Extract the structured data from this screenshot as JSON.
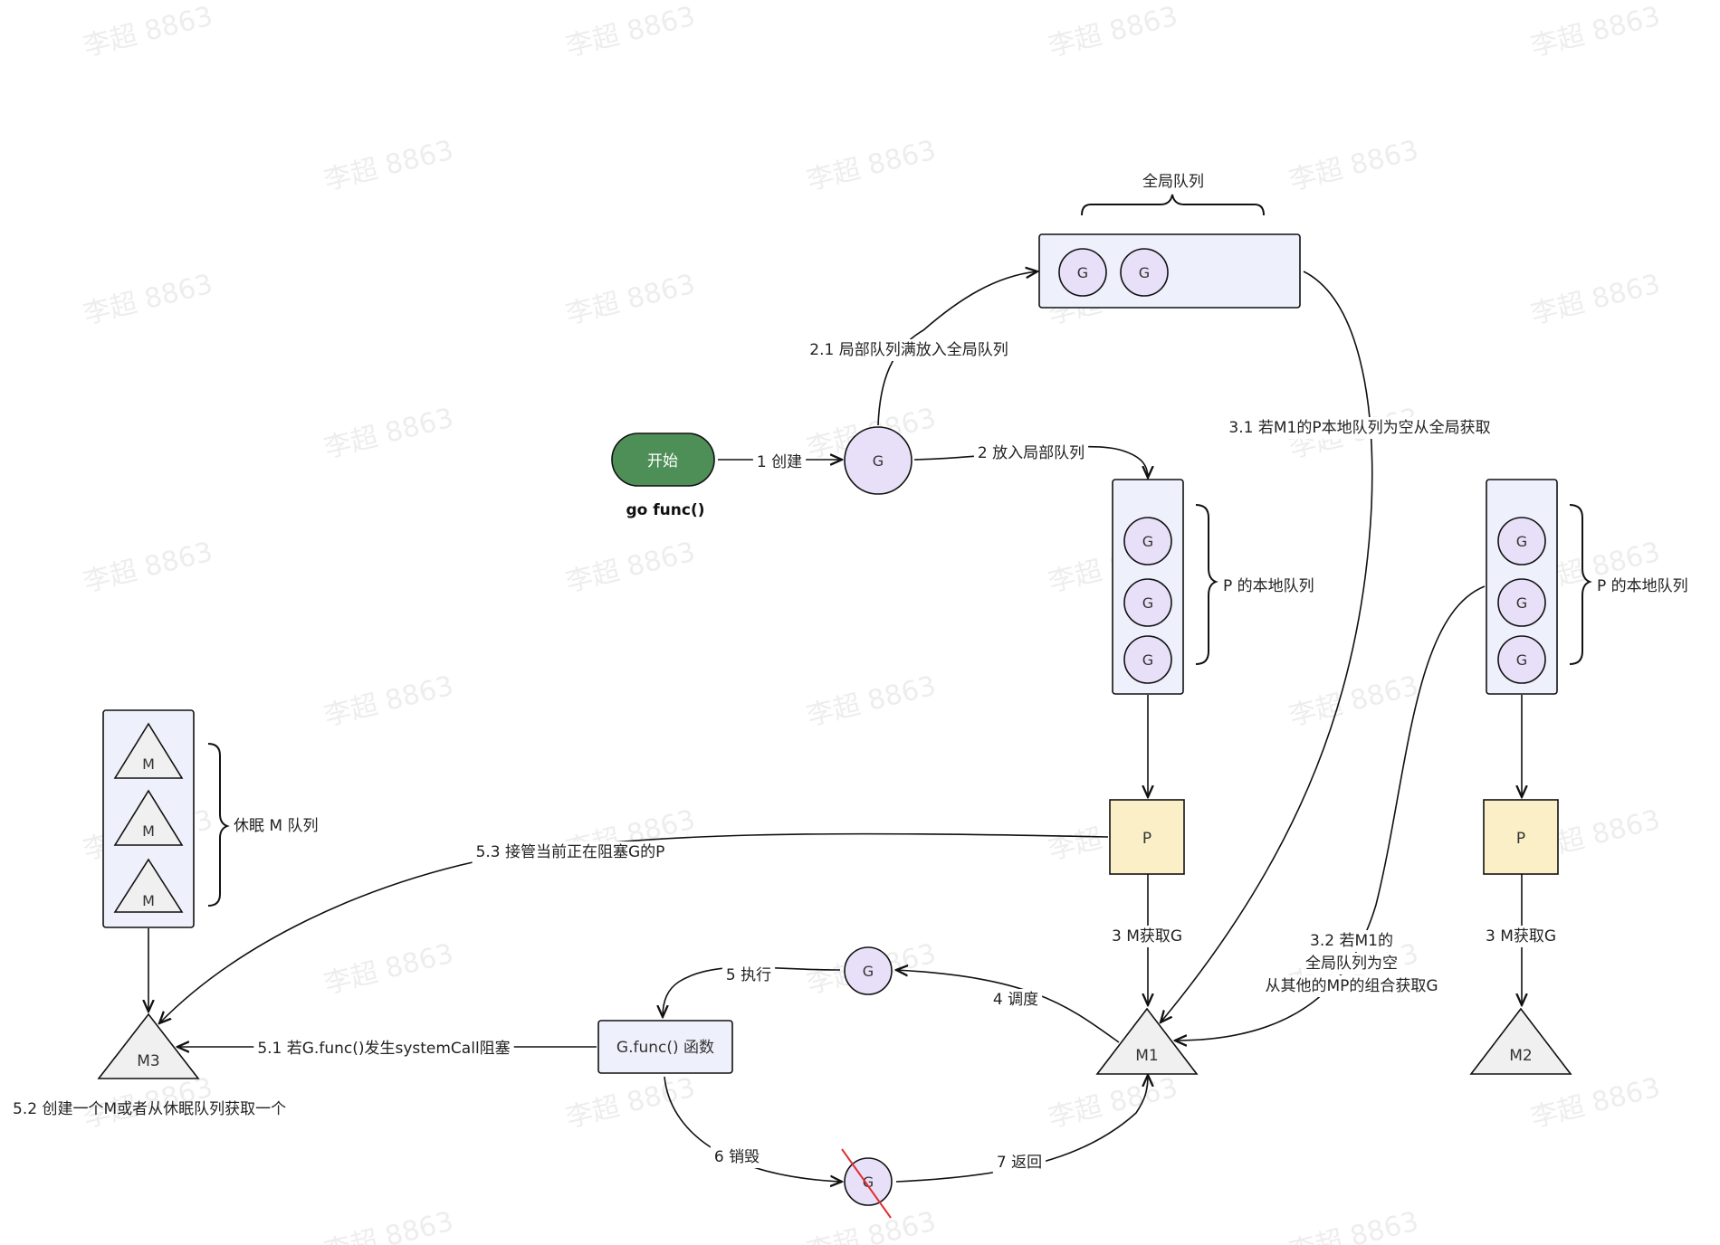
{
  "watermark": "李超 8863",
  "colors": {
    "start": "#4e8f58",
    "g_fill": "#e8e0f8",
    "p_fill": "#fbefc7",
    "queue_fill": "#eef1fb",
    "m_fill": "#f0f0f0",
    "cross": "#e03030"
  },
  "nodes": {
    "start": "开始",
    "start_caption": "go func()",
    "g": "G",
    "p": "P",
    "m": "M",
    "m1": "M1",
    "m2": "M2",
    "m3": "M3",
    "gfunc": "G.func() 函数"
  },
  "queues": {
    "global": "全局队列",
    "local": "P 的本地队列",
    "sleep_m": "休眠 M 队列"
  },
  "edges": {
    "create": "1 创建",
    "put_local": "2 放入局部队列",
    "local_full": "2.1 局部队列满放入全局队列",
    "m_get_g": "3 M获取G",
    "from_global": "3.1 若M1的P本地队列为空从全局获取",
    "steal_line1": "3.2 若M1的",
    "steal_line2": "全局队列为空",
    "steal_line3": "从其他的MP的组合获取G",
    "schedule": "4 调度",
    "execute": "5 执行",
    "syscall_block": "5.1 若G.func()发生systemCall阻塞",
    "create_m": "5.2 创建一个M或者从休眠队列获取一个",
    "take_over_p": "5.3 接管当前正在阻塞G的P",
    "destroy": "6 销毁",
    "return": "7 返回"
  }
}
